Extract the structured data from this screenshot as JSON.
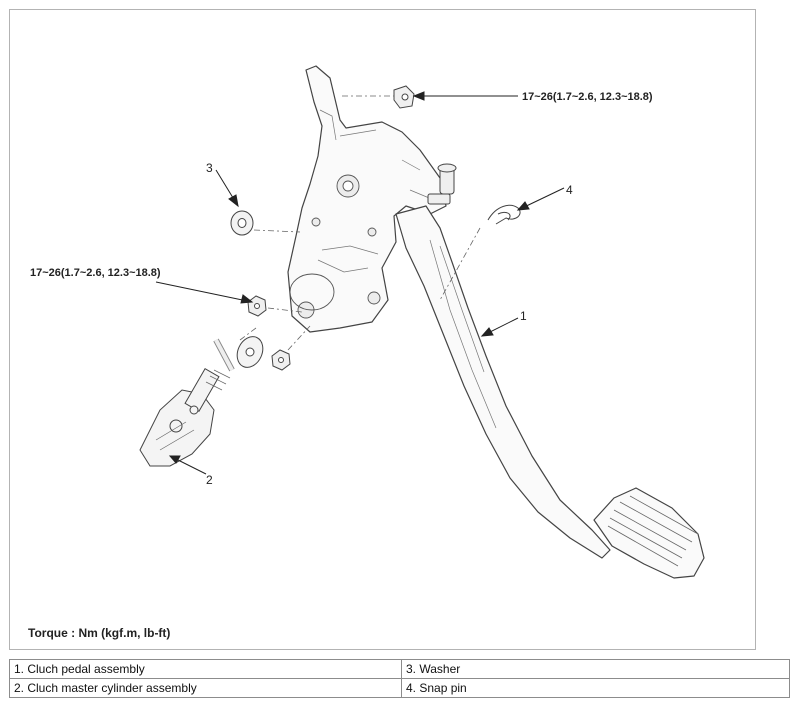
{
  "callouts": {
    "torque_top": "17~26(1.7~2.6, 12.3~18.8)",
    "torque_left": "17~26(1.7~2.6, 12.3~18.8)",
    "n1": "1",
    "n2": "2",
    "n3": "3",
    "n4": "4"
  },
  "torque_note": "Torque : Nm (kgf.m, lb-ft)",
  "legend": {
    "row1_left": "1. Cluch pedal assembly",
    "row1_right": "3. Washer",
    "row2_left": "2. Cluch master cylinder assembly",
    "row2_right": "4. Snap pin"
  }
}
